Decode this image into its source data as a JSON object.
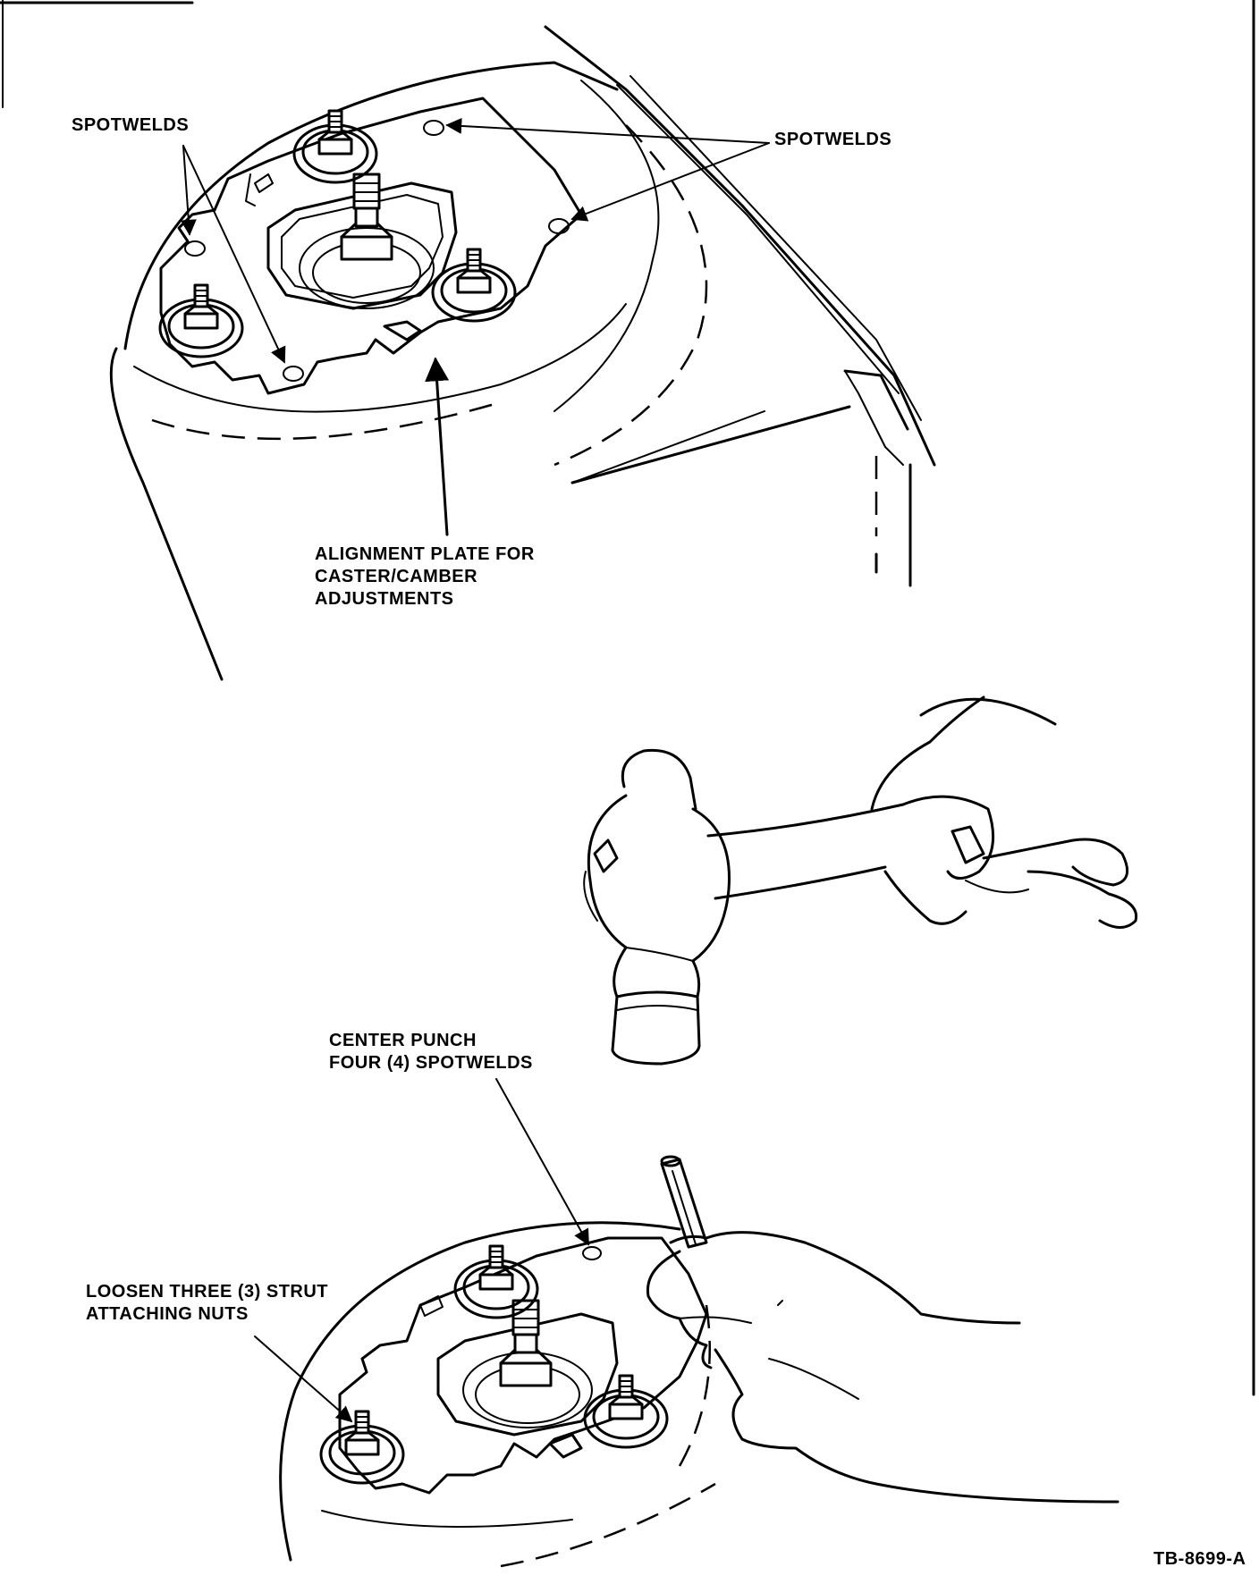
{
  "labels": {
    "spotwelds_left": "SPOTWELDS",
    "spotwelds_right": "SPOTWELDS",
    "alignment_plate": [
      "ALIGNMENT PLATE FOR",
      "CASTER/CAMBER",
      "ADJUSTMENTS"
    ],
    "center_punch": [
      "CENTER PUNCH",
      "FOUR (4) SPOTWELDS"
    ],
    "loosen_nuts": [
      "LOOSEN THREE (3) STRUT",
      "ATTACHING NUTS"
    ],
    "figure_id": "TB-8699-A"
  },
  "icons": [
    "strut-tower-top-view",
    "hammer-icon",
    "center-punch-icon",
    "hand-icon",
    "strut-tower-bottom-view"
  ]
}
